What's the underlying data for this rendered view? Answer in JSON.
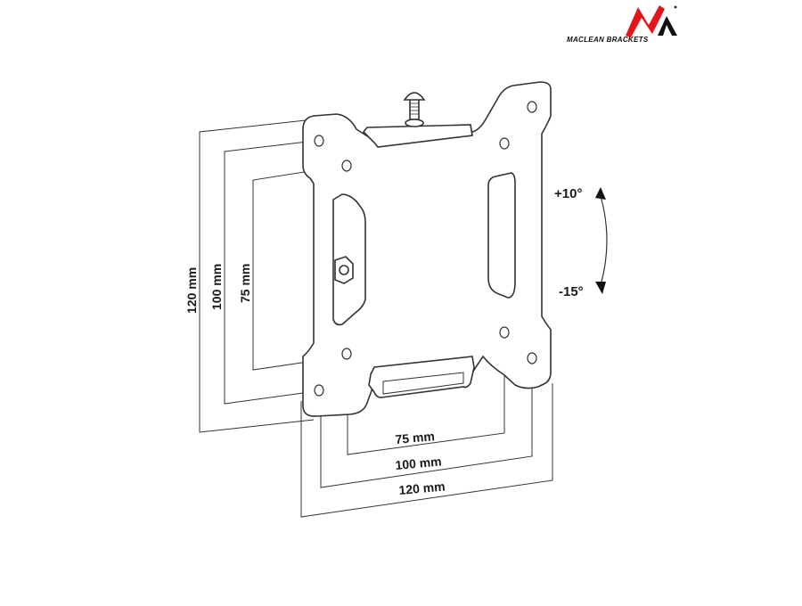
{
  "brand": {
    "name": "MACLEAN BRACKETS",
    "colors": {
      "red": "#e3151b",
      "black": "#111111"
    }
  },
  "diagram": {
    "subject": "VESA wall mount bracket",
    "tilt": {
      "up": "+10°",
      "down": "-15°"
    },
    "vertical_dimensions": [
      "120 mm",
      "100 mm",
      "75 mm"
    ],
    "horizontal_dimensions": [
      "75 mm",
      "100 mm",
      "120 mm"
    ],
    "line_color": "#333333"
  }
}
